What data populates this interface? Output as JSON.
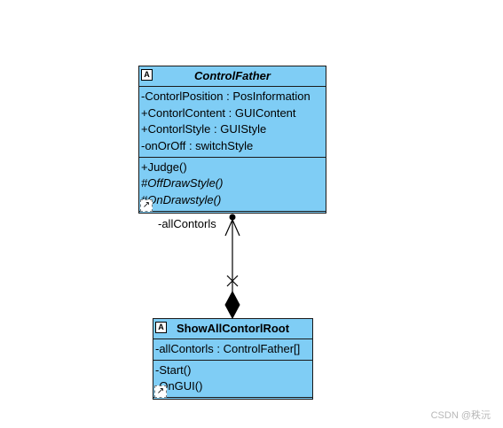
{
  "classes": {
    "control_father": {
      "name": "ControlFather",
      "icon": "A",
      "attributes": [
        "-ContorlPosition : PosInformation",
        "+ContorlContent : GUIContent",
        "+ContorlStyle : GUIStyle",
        "-onOrOff : switchStyle"
      ],
      "operations": [
        "+Judge()",
        "#OffDrawStyle()",
        "#OnDrawstyle()"
      ]
    },
    "show_all_root": {
      "name": "ShowAllContorlRoot",
      "icon": "A",
      "attributes": [
        "-allContorls : ControlFather[]"
      ],
      "operations": [
        "-Start()",
        "-OnGUI()"
      ]
    }
  },
  "association": {
    "role_label": "-allContorls",
    "owner_end": "composite-diamond",
    "owned_end": "navigable-arrow"
  },
  "watermark": "CSDN @秩沅",
  "colors": {
    "class_fill": "#7fcdf5",
    "border": "#1a1a1a"
  }
}
